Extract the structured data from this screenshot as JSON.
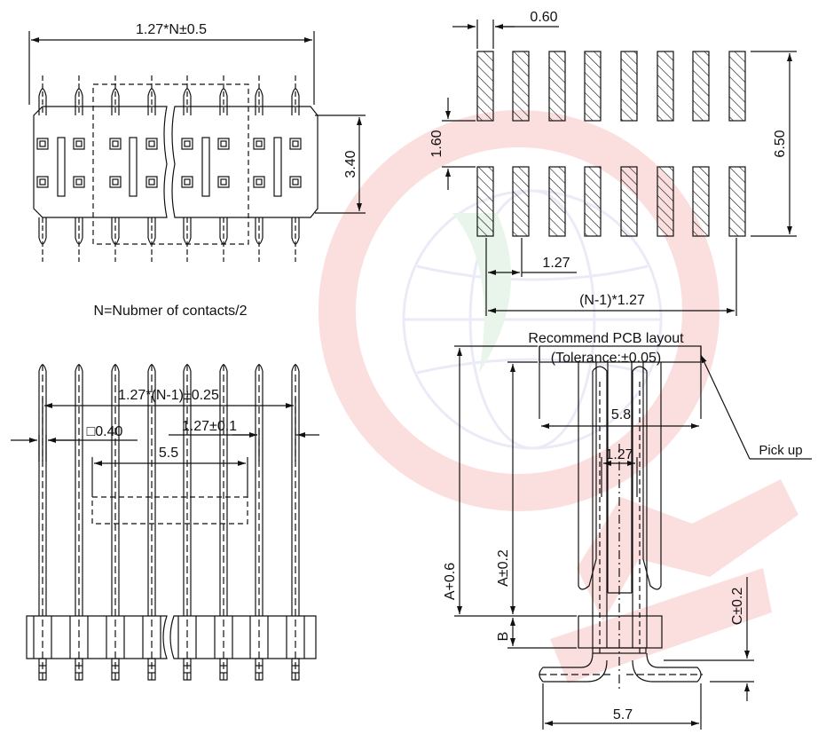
{
  "top_left_view": {
    "width_dim": "1.27*N±0.5",
    "height_dim": "3.40",
    "note": "N=Nubmer of contacts/2"
  },
  "pcb_layout": {
    "pad_width_dim": "0.60",
    "gap_dim": "1.60",
    "overall_height_dim": "6.50",
    "pitch_dim": "1.27",
    "span_dim": "(N-1)*1.27",
    "caption": "Recommend PCB layout",
    "tolerance": "(Tolerance:±0.05)"
  },
  "front_view": {
    "span_dim": "1.27*(N-1)±0.25",
    "pin_size_dim": "□0.40",
    "pitch_dim": "1.27±0.1",
    "cap_dim": "5.5"
  },
  "side_view": {
    "cap_width_dim": "5.8",
    "pitch_dim": "1.27",
    "pick_up_label": "Pick up",
    "dim_a_plus": "A+0.6",
    "dim_a": "A±0.2",
    "dim_b": "B",
    "dim_c": "C±0.2",
    "foot_dim": "5.7"
  },
  "colors": {
    "line": "#111111",
    "watermark_red": "#e83a3a",
    "watermark_green": "#7cc08a",
    "watermark_blue": "#8a8ad8"
  }
}
